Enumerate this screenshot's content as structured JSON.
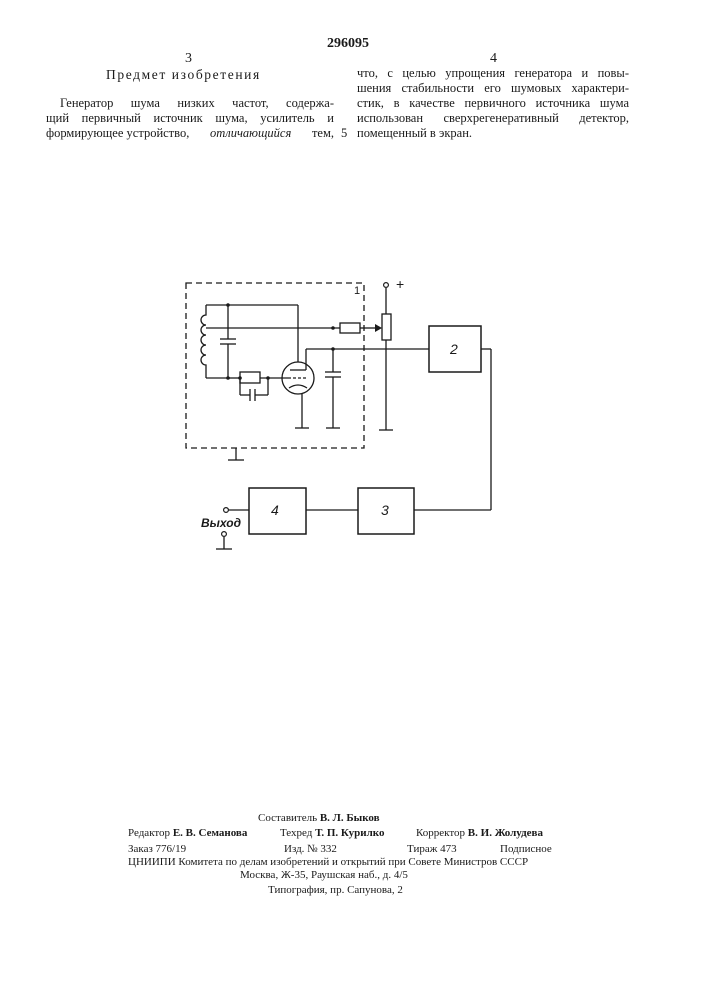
{
  "header": {
    "patent_number": "296095",
    "left_column_number": "3",
    "right_column_number": "4"
  },
  "claims": {
    "heading": "Предмет изобретения",
    "left_lines": [
      "Генератор шума низких частот, содержа-",
      "щий первичный источник шума, усилитель и",
      "формирующее устройство,",
      "отличающийся",
      "тем,"
    ],
    "right_lines": [
      "что, с целью упрощения генератора и повы-",
      "шения стабильности его шумовых характери-",
      "стик, в качестве первичного источника шума",
      "использован сверхрегенеративный детектор,",
      "помещенный в экран."
    ],
    "line_marker": "5"
  },
  "diagram": {
    "plus_label": "+",
    "shield_label": "1",
    "block_2": "2",
    "block_3": "3",
    "block_4": "4",
    "output_label": "Выход"
  },
  "footer": {
    "compiler_label": "Составитель",
    "compiler_name": "В. Л. Быков",
    "editor_label": "Редактор",
    "editor_name": "Е. В. Семанова",
    "techred_label": "Техред",
    "techred_name": "Т. П. Курилко",
    "corrector_label": "Корректор",
    "corrector_name": "В. И. Жолудева",
    "order": "Заказ 776/19",
    "edition": "Изд. № 332",
    "circulation": "Тираж 473",
    "subscription": "Подписное",
    "institute": "ЦНИИПИ Комитета по делам изобретений и открытий при Совете Министров СССР",
    "address": "Москва, Ж-35, Раушская наб., д. 4/5",
    "printing": "Типография, пр. Сапунова, 2"
  }
}
